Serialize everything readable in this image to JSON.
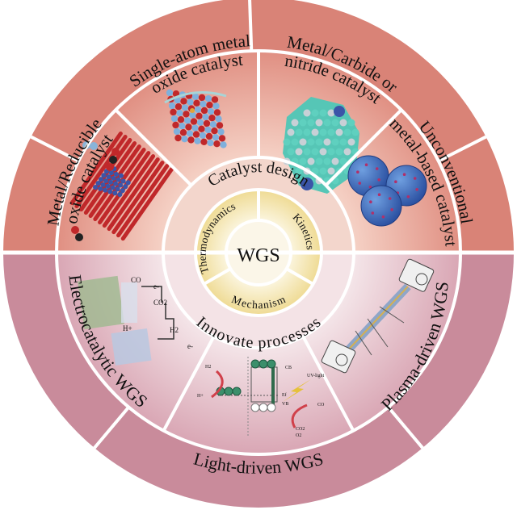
{
  "figure": {
    "center_label": "WGS",
    "core_ring": [
      {
        "label": "Thermodynamics"
      },
      {
        "label": "Kinetics"
      },
      {
        "label": "Mechanism"
      }
    ],
    "design_label": "Catalyst design",
    "process_label": "Innovate processes",
    "catalyst_categories": [
      {
        "label_line1": "Metal/Reducible",
        "label_line2": "oxide catalyst",
        "illustration": "metal-on-reducible-oxide-lattice"
      },
      {
        "label_line1": "Single-atom metal",
        "label_line2": "oxide catalyst",
        "illustration": "single-atom-oxide-cube"
      },
      {
        "label_line1": "Metal/Carbide or",
        "label_line2": "nitride catalyst",
        "illustration": "carbide-nanoparticle"
      },
      {
        "label_line1": "Unconventional",
        "label_line2": "metal-based catalyst",
        "illustration": "blue-sphere-cluster"
      }
    ],
    "process_categories": [
      {
        "label": "Electrocatalytic WGS",
        "illustration": "electrochemical-cell",
        "annotations": [
          "CO",
          "CO2",
          "H+",
          "H2",
          "e-",
          "e-"
        ]
      },
      {
        "label": "Light-driven WGS",
        "illustration": "photocatalysis-band-diagram",
        "annotations": [
          "H2",
          "H+",
          "CB",
          "VB",
          "Ef",
          "UV-light",
          "CO",
          "CO2",
          "O2"
        ]
      },
      {
        "label": "Plasma-driven WGS",
        "illustration": "plasma-reactor"
      }
    ],
    "colors": {
      "catalyst_outer": "#d98377",
      "catalyst_inner": "#e6a194",
      "process_outer": "#c98b9b",
      "process_inner": "#e5c3cd",
      "design_ring_top": "#f3d6cc",
      "design_ring_bottom": "#f4e3e6",
      "core_ring": "#f2e2a2",
      "center": "#fbf6e8",
      "divider": "#ffffff"
    }
  }
}
